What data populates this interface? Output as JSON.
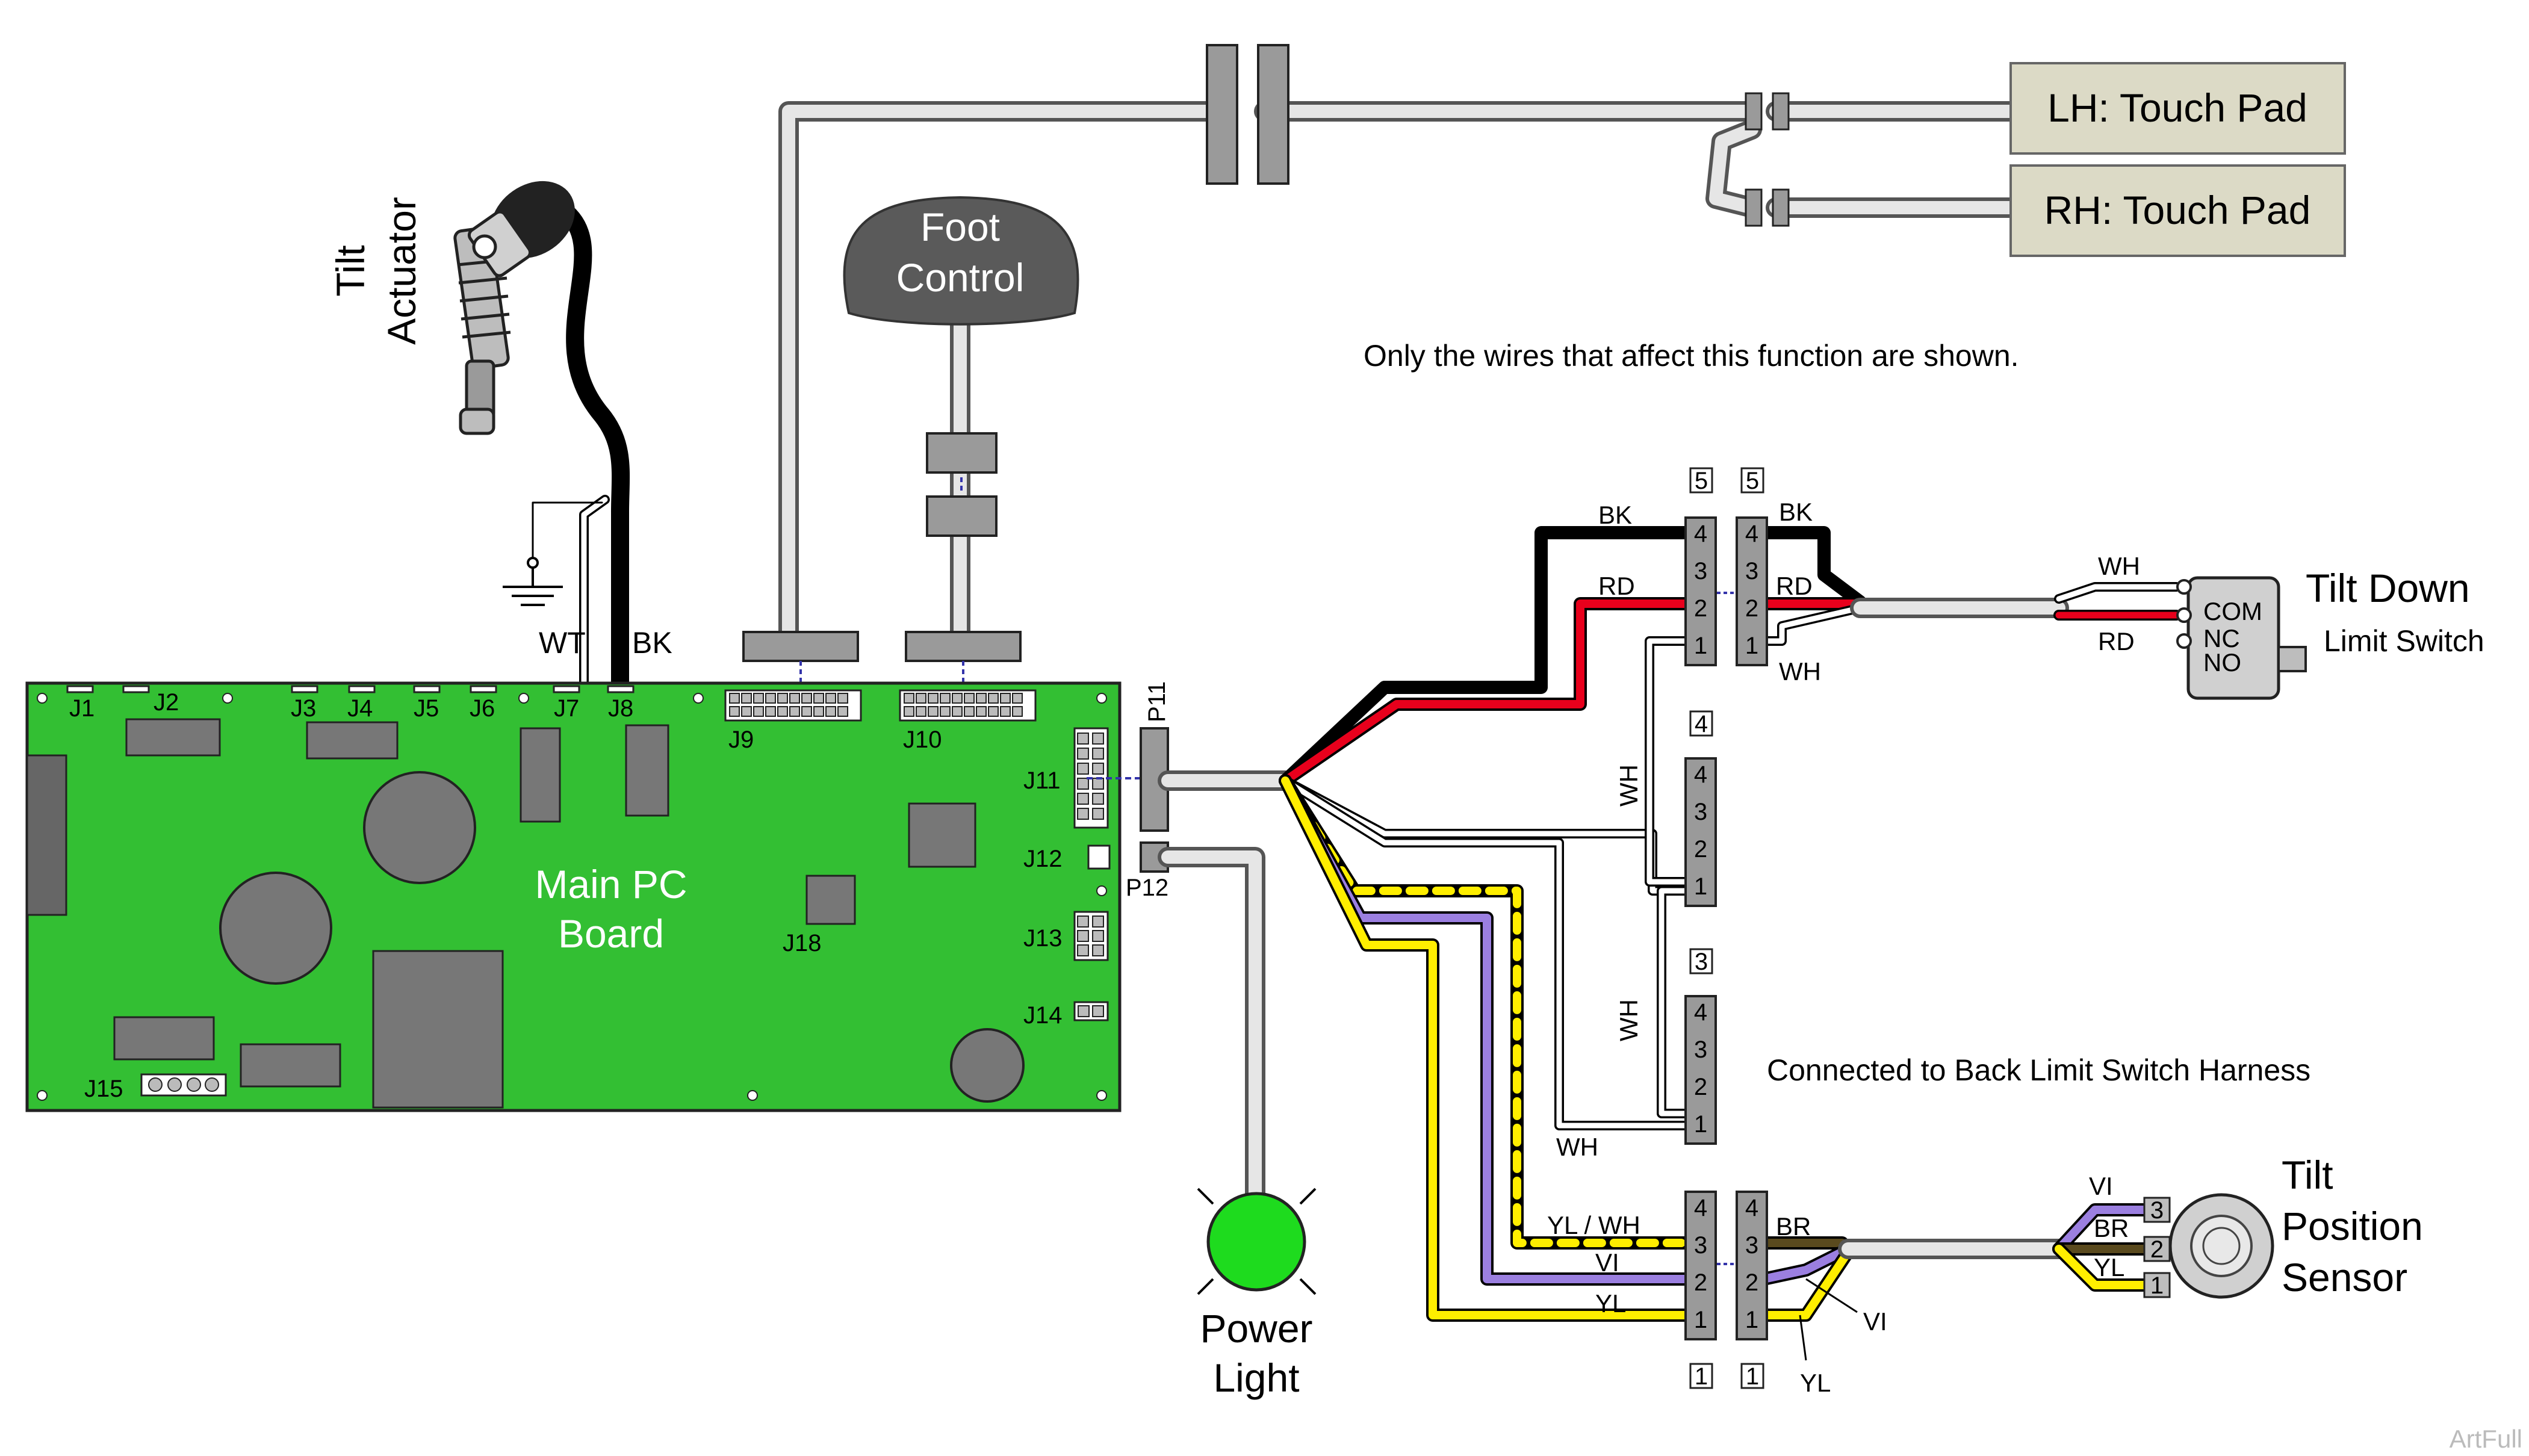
{
  "components": {
    "tilt_actuator": [
      "Tilt",
      "Actuator"
    ],
    "foot_control": [
      "Foot",
      "Control"
    ],
    "main_pc_board": [
      "Main PC",
      "Board"
    ],
    "power_light": [
      "Power",
      "Light"
    ],
    "lh_touch_pad": "LH: Touch Pad",
    "rh_touch_pad": "RH: Touch Pad",
    "tilt_down_limit_switch": [
      "Tilt Down",
      "Limit Switch"
    ],
    "tilt_position_sensor": [
      "Tilt",
      "Position",
      "Sensor"
    ]
  },
  "notes": {
    "wires_note": "Only the wires that affect this function are shown.",
    "back_harness_note": "Connected to Back Limit Switch Harness",
    "watermark": "ArtFull"
  },
  "board_connectors": [
    "J1",
    "J2",
    "J3",
    "J4",
    "J5",
    "J6",
    "J7",
    "J8",
    "J9",
    "J10",
    "J11",
    "J12",
    "J13",
    "J14",
    "J15",
    "J18"
  ],
  "plugs": [
    "P11",
    "P12"
  ],
  "switch_terminals": [
    "COM",
    "NC",
    "NO"
  ],
  "connector_tags": {
    "c5": "5",
    "c4": "4",
    "c3": "3",
    "c1": "1"
  },
  "pin_numbers_4": [
    "4",
    "3",
    "2",
    "1"
  ],
  "pin_numbers_3": [
    "3",
    "2",
    "1"
  ],
  "wire_labels": {
    "wt": "WT",
    "bk": "BK",
    "rd": "RD",
    "wh": "WH",
    "yl_wh": "YL / WH",
    "vi": "VI",
    "yl": "YL",
    "br": "BR"
  },
  "colors": {
    "board_green": "#33bf33",
    "wire_black": "#000000",
    "wire_red": "#e8001c",
    "wire_yellow": "#ffee00",
    "wire_violet": "#9b7fe0",
    "wire_brown": "#5a4a1e",
    "wire_white": "#ffffff",
    "cable_grey": "#d9d9d9",
    "connector_grey": "#9a9a9a",
    "touch_pad_fill": "#dcdac6",
    "power_light_green": "#1edb1e"
  }
}
